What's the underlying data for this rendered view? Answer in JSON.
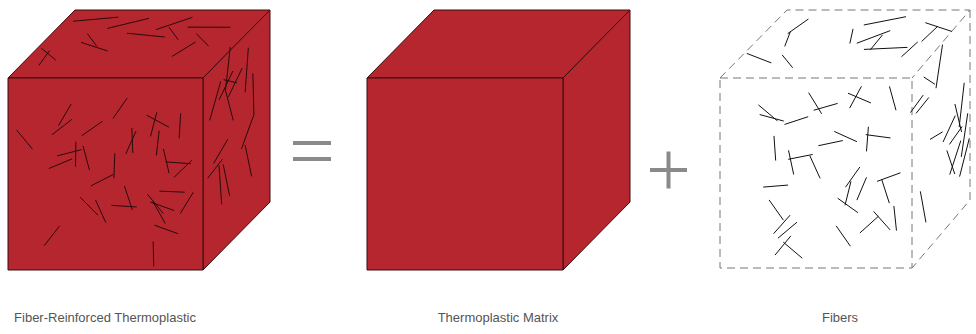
{
  "diagram": {
    "labels": [
      "Fiber-Reinforced Thermoplastic",
      "Thermoplastic Matrix",
      "Fibers"
    ]
  }
}
